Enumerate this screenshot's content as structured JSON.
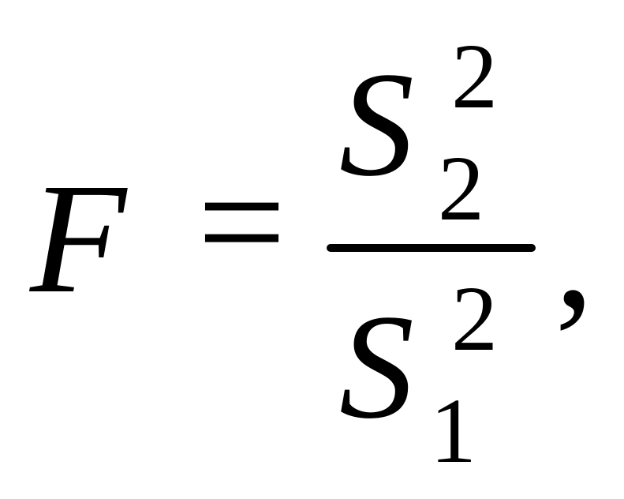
{
  "formula": {
    "lhs": "F",
    "equals": "=",
    "numerator": {
      "base": "S",
      "superscript": "2",
      "subscript": "2"
    },
    "denominator": {
      "base": "S",
      "superscript": "2",
      "subscript": "1"
    },
    "trailing_punctuation": ","
  }
}
